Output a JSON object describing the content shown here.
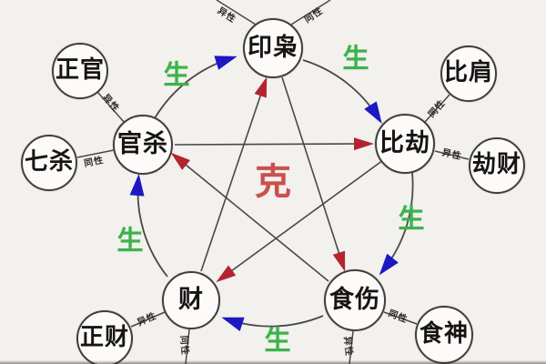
{
  "diagram": {
    "title": "ten-gods-generation-overcoming-cycle",
    "center_label": "克",
    "cycle_label": "生",
    "polarity": {
      "same": "同性",
      "opposite": "异性"
    },
    "main_nodes": [
      {
        "id": "guansha",
        "label": "官杀"
      },
      {
        "id": "yinxiao",
        "label": "印枭"
      },
      {
        "id": "bijie",
        "label": "比劫"
      },
      {
        "id": "shishang",
        "label": "食伤"
      },
      {
        "id": "cai",
        "label": "财"
      }
    ],
    "satellite_nodes": [
      {
        "id": "zhengguan",
        "label": "正官",
        "polarity": "异性"
      },
      {
        "id": "qisha",
        "label": "七杀",
        "polarity": "同性"
      },
      {
        "id": "bijian",
        "label": "比肩",
        "polarity": "同性"
      },
      {
        "id": "jiecai",
        "label": "劫财",
        "polarity": "异性"
      },
      {
        "id": "zhengcai",
        "label": "正财",
        "polarity": "异性"
      },
      {
        "id": "shishen",
        "label": "食神",
        "polarity": "同性"
      }
    ],
    "colors": {
      "background": "#f3f1ee",
      "circle_fill": "#fcfbfa",
      "circle_stroke": "#3f3e3c",
      "line": "#4a4846",
      "sheng_green": "#3cb34a",
      "ke_red": "#c9504e",
      "arrow_blue": "#1c18c2",
      "arrow_red": "#b3242f"
    }
  }
}
